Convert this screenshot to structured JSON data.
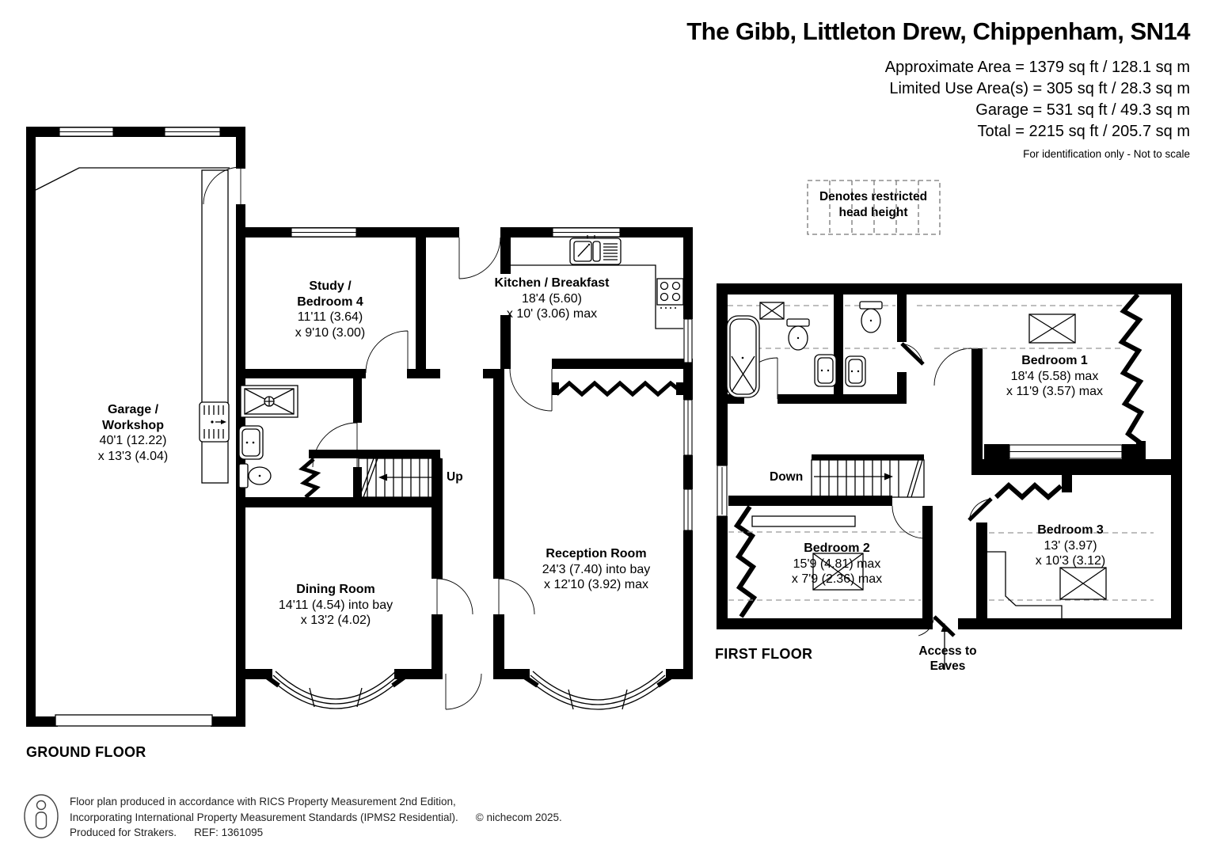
{
  "header": {
    "title": "The Gibb, Littleton Drew, Chippenham, SN14",
    "area_lines": [
      "Approximate Area = 1379 sq ft / 128.1 sq m",
      "Limited Use Area(s) = 305 sq ft / 28.3 sq m",
      "Garage = 531 sq ft / 49.3 sq m",
      "Total = 2215 sq ft / 205.7 sq m"
    ],
    "disclaimer": "For identification only - Not to scale"
  },
  "legend": {
    "line1": "Denotes restricted",
    "line2": "head height"
  },
  "floors": {
    "ground": {
      "label": "GROUND FLOOR",
      "stairs_label": "Up"
    },
    "first": {
      "label": "FIRST FLOOR",
      "stairs_label": "Down",
      "access_line1": "Access to",
      "access_line2": "Eaves"
    }
  },
  "rooms": {
    "garage": {
      "name1": "Garage /",
      "name2": "Workshop",
      "dim1": "40'1 (12.22)",
      "dim2": "x 13'3 (4.04)"
    },
    "study": {
      "name1": "Study /",
      "name2": "Bedroom 4",
      "dim1": "11'11 (3.64)",
      "dim2": "x 9'10 (3.00)"
    },
    "kitchen": {
      "name1": "Kitchen / Breakfast",
      "dim1": "18'4 (5.60)",
      "dim2": "x 10' (3.06) max"
    },
    "dining": {
      "name1": "Dining Room",
      "dim1": "14'11 (4.54) into bay",
      "dim2": "x 13'2 (4.02)"
    },
    "reception": {
      "name1": "Reception Room",
      "dim1": "24'3 (7.40) into bay",
      "dim2": "x 12'10 (3.92) max"
    },
    "bedroom1": {
      "name1": "Bedroom 1",
      "dim1": "18'4 (5.58) max",
      "dim2": "x 11'9 (3.57) max"
    },
    "bedroom2": {
      "name1": "Bedroom 2",
      "dim1": "15'9 (4.81) max",
      "dim2": "x 7'9 (2.36) max"
    },
    "bedroom3": {
      "name1": "Bedroom 3",
      "dim1": "13' (3.97)",
      "dim2": "x 10'3 (3.12)"
    }
  },
  "footer": {
    "line1": "Floor plan produced in accordance with RICS Property Measurement 2nd Edition,",
    "line2": "Incorporating International Property Measurement Standards (IPMS2 Residential).",
    "copyright": "© nichecom 2025.",
    "line3": "Produced for Strakers.",
    "ref": "REF: 1361095"
  },
  "colors": {
    "wall": "#000000",
    "dashed": "#979797",
    "background": "#ffffff"
  }
}
